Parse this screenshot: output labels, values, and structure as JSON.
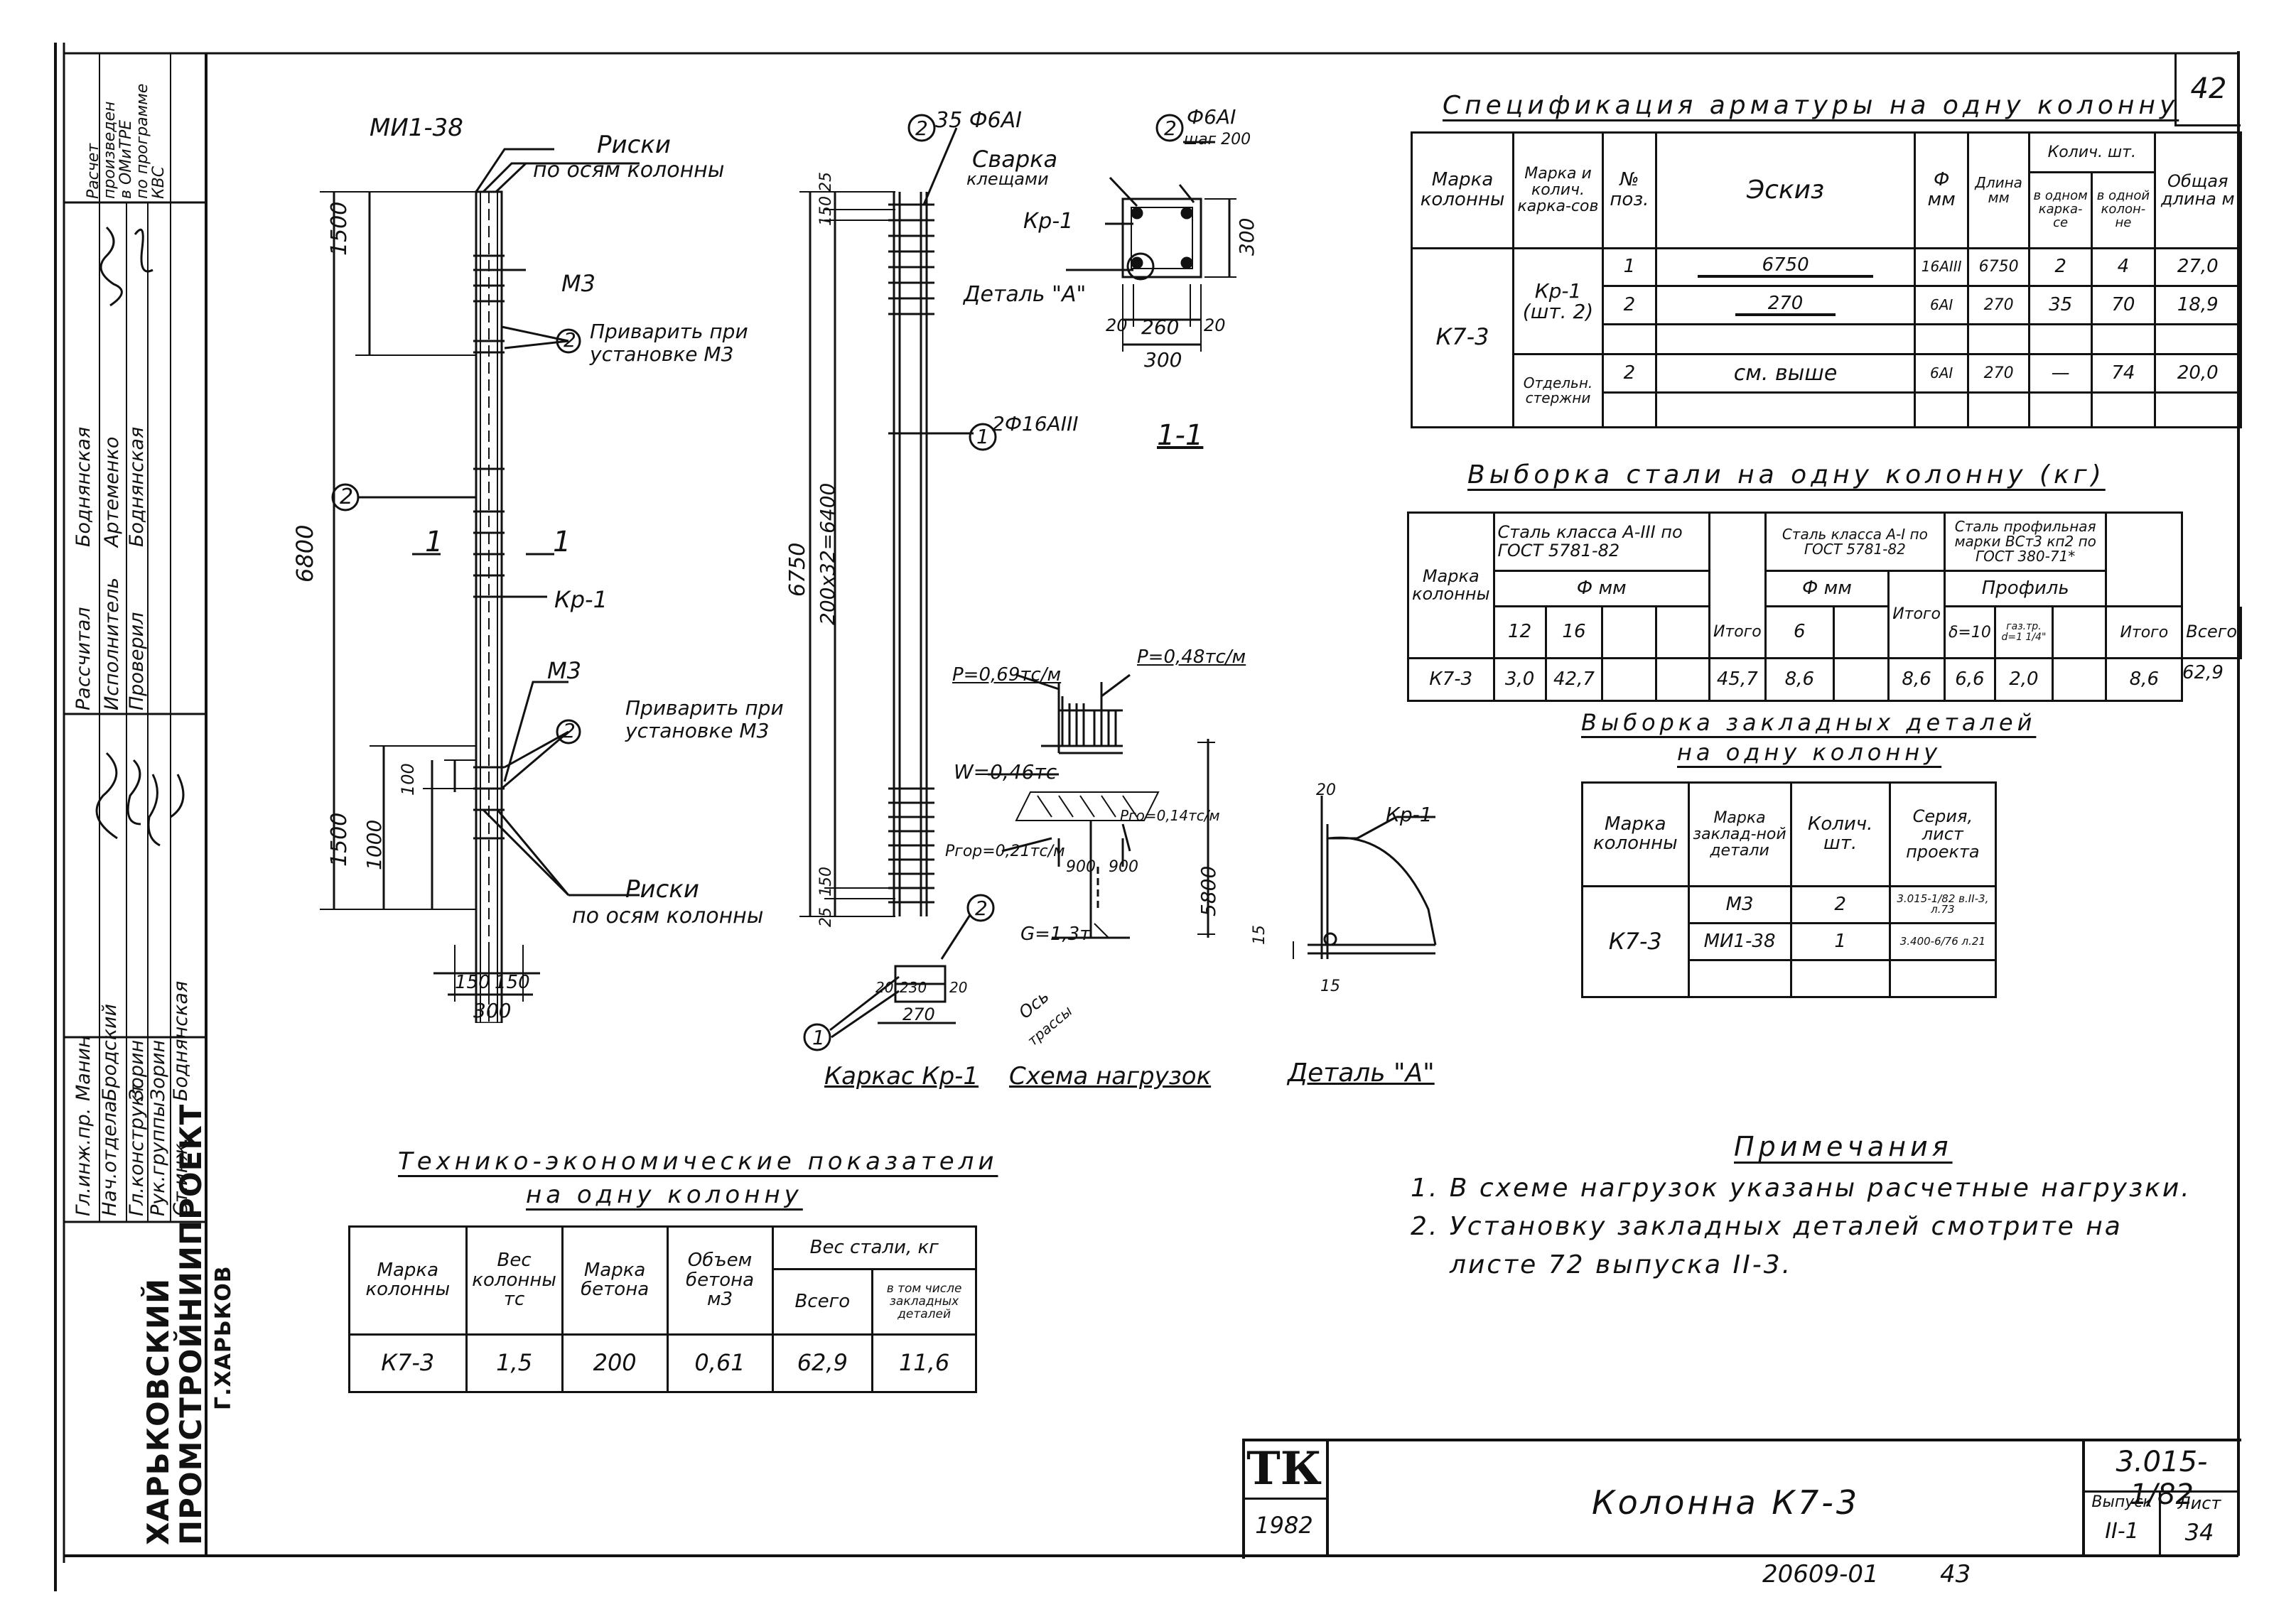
{
  "left_strip": {
    "org_lines": [
      "ХАРЬКОВСКИЙ",
      "ПРОМСТРОЙНИИПРОЕКТ",
      "Г.ХАРЬКОВ"
    ],
    "roles": [
      "Гл.инж.пр.",
      "Нач.отдела",
      "Гл.конструкт.",
      "Рук.группы",
      "Ст.инж."
    ],
    "role_names": [
      "Манин",
      "Бродский",
      "Зорин",
      "Зорин",
      "Боднянская"
    ],
    "check_roles": [
      "Рассчитал",
      "Исполнитель",
      "Проверил"
    ],
    "check_names": [
      "Боднянская",
      "Артеменко",
      "Боднянская"
    ],
    "calc_note": [
      "Расчет",
      "произведен",
      "в ОМиТРЕ",
      "по программе",
      "КВС"
    ]
  },
  "sheet_number": "42",
  "drawings": {
    "column_labels": {
      "mi": "МИ1-38",
      "riski_top": "Риски",
      "riski_top_sub": "по осям колонны",
      "m3_top": "М3",
      "weld_top_1": "Приварить при",
      "weld_top_2": "установке М3",
      "kr": "Кр-1",
      "m3_bottom": "М3",
      "weld_bot_1": "Приварить при",
      "weld_bot_2": "установке М3",
      "riski_bot": "Риски",
      "riski_bot_sub": "по осям колонны",
      "sec_1a": "1",
      "sec_1b": "1",
      "dim_1500_top": "1500",
      "dim_6800": "6800",
      "dim_1500_bot": "1500",
      "dim_1000": "1000",
      "dim_100": "100",
      "dim_150a": "150",
      "dim_150b": "150",
      "dim_300": "300",
      "m2": "2"
    },
    "cage_labels": {
      "bar2": "35 Ф6АI",
      "bar1": "2Ф16АIII",
      "dim_6750": "6750",
      "dim_6400": "200х32=6400",
      "dim_25a": "25",
      "dim_150a": "150",
      "dim_150b": "150",
      "dim_25b": "25",
      "dim_20a": "20",
      "dim_230": "230",
      "dim_20b": "20",
      "dim_270": "270",
      "m1": "1",
      "m2": "2",
      "title": "Каркас Кр-1"
    },
    "section_labels": {
      "bar": "Ф6АI",
      "step": "шаг 200",
      "weld_1": "Сварка",
      "weld_2": "клещами",
      "kr": "Кр-1",
      "detail": "Деталь \"А\"",
      "dim_20a": "20",
      "dim_260": "260",
      "dim_20b": "20",
      "dim_300w": "300",
      "dim_300h": "300",
      "title": "1-1",
      "m2": "2"
    },
    "load_labels": {
      "p1": "Р=0,69тс/м",
      "p2": "Р=0,48тс/м",
      "w": "W=0,46тс",
      "pgr1": "Ргор=0,21тс/м",
      "pgr2": "Рго=0,14тс/м",
      "d900a": "900",
      "d900b": "900",
      "d5800": "5800",
      "g": "G=1,3т",
      "axis_1": "Ось",
      "axis_2": "трассы",
      "title": "Схема нагрузок"
    },
    "detail_labels": {
      "d20": "20",
      "kr": "Кр-1",
      "d15a": "15",
      "d15b": "15",
      "title": "Деталь \"А\""
    }
  },
  "spec": {
    "title": "Спецификация арматуры на одну колонну",
    "h_mark": "Марка колонны",
    "h_frame": "Марка и колич. карка-сов",
    "h_pos": "№ поз.",
    "h_sketch": "Эскиз",
    "h_dia": "Ф мм",
    "h_len": "Длина мм",
    "h_qty": "Колич. шт.",
    "h_qty_frame": "в одном карка-се",
    "h_qty_col": "в одной колон-не",
    "h_total": "Общая длина м",
    "column": "К7-3",
    "frame": "Кр-1 (шт. 2)",
    "rows": [
      {
        "pos": "1",
        "sketch": "6750",
        "dia": "16АIII",
        "len": "6750",
        "q1": "2",
        "q2": "4",
        "total": "27,0"
      },
      {
        "pos": "2",
        "sketch": "270",
        "dia": "6АI",
        "len": "270",
        "q1": "35",
        "q2": "70",
        "total": "18,9"
      }
    ],
    "separate": "Отдельн. стержни",
    "sep_row": {
      "pos": "2",
      "sketch": "см. выше",
      "dia": "6АI",
      "len": "270",
      "q1": "—",
      "q2": "74",
      "total": "20,0"
    }
  },
  "steel": {
    "title": "Выборка стали на одну колонну (кг)",
    "h_mark": "Марка колонны",
    "h_class3": "Сталь класса А-III по ГОСТ 5781-82",
    "h_class1": "Сталь класса А-I по ГОСТ 5781-82",
    "h_profile": "Сталь профильная марки ВСт3 кп2 по ГОСТ 380-71*",
    "h_dia": "Ф мм",
    "h_profile_sub": "Профиль",
    "h_itogo": "Итого",
    "h_all": "Всего",
    "d12": "12",
    "d16": "16",
    "d6": "6",
    "p_b10": "δ=10",
    "p_gas": "газ.тр. d=1 1/4\"",
    "row": {
      "mark": "К7-3",
      "v12": "3,0",
      "v16": "42,7",
      "it1": "45,7",
      "v6": "8,6",
      "it2": "8,6",
      "vb10": "6,6",
      "vgas": "2,0",
      "it3": "8,6",
      "all": "62,9"
    }
  },
  "embed": {
    "title_1": "Выборка закладных деталей",
    "title_2": "на одну колонну",
    "h_mark": "Марка колонны",
    "h_detail": "Марка заклад-ной детали",
    "h_qty": "Колич. шт.",
    "h_series": "Серия, лист проекта",
    "column": "К7-3",
    "rows": [
      {
        "detail": "М3",
        "qty": "2",
        "series": "3.015-1/82 в.II-3, л.73"
      },
      {
        "detail": "МИ1-38",
        "qty": "1",
        "series": "3.400-6/76 л.21"
      }
    ]
  },
  "tep": {
    "title_1": "Технико-экономические показатели",
    "title_2": "на одну колонну",
    "h_mark": "Марка колонны",
    "h_weight": "Вес колонны тс",
    "h_concrete": "Марка бетона",
    "h_volume": "Объем бетона м3",
    "h_steel": "Вес стали, кг",
    "h_all": "Всего",
    "h_incl": "в том числе закладных деталей",
    "row": {
      "mark": "К7-3",
      "weight": "1,5",
      "concrete": "200",
      "volume": "0,61",
      "all": "62,9",
      "incl": "11,6"
    }
  },
  "notes": {
    "title": "Примечания",
    "n1": "1. В схеме нагрузок указаны расчетные нагрузки.",
    "n2a": "2. Установку закладных деталей смотрите на",
    "n2b": "листе 72 выпуска II-3."
  },
  "stamp": {
    "logo": "ТК",
    "year": "1982",
    "title": "Колонна К7-3",
    "series": "3.015-1/82",
    "h_issue": "Выпуск",
    "h_sheet": "Лист",
    "issue": "II-1",
    "sheet": "34"
  },
  "footer": {
    "code": "20609-01",
    "page": "43"
  }
}
